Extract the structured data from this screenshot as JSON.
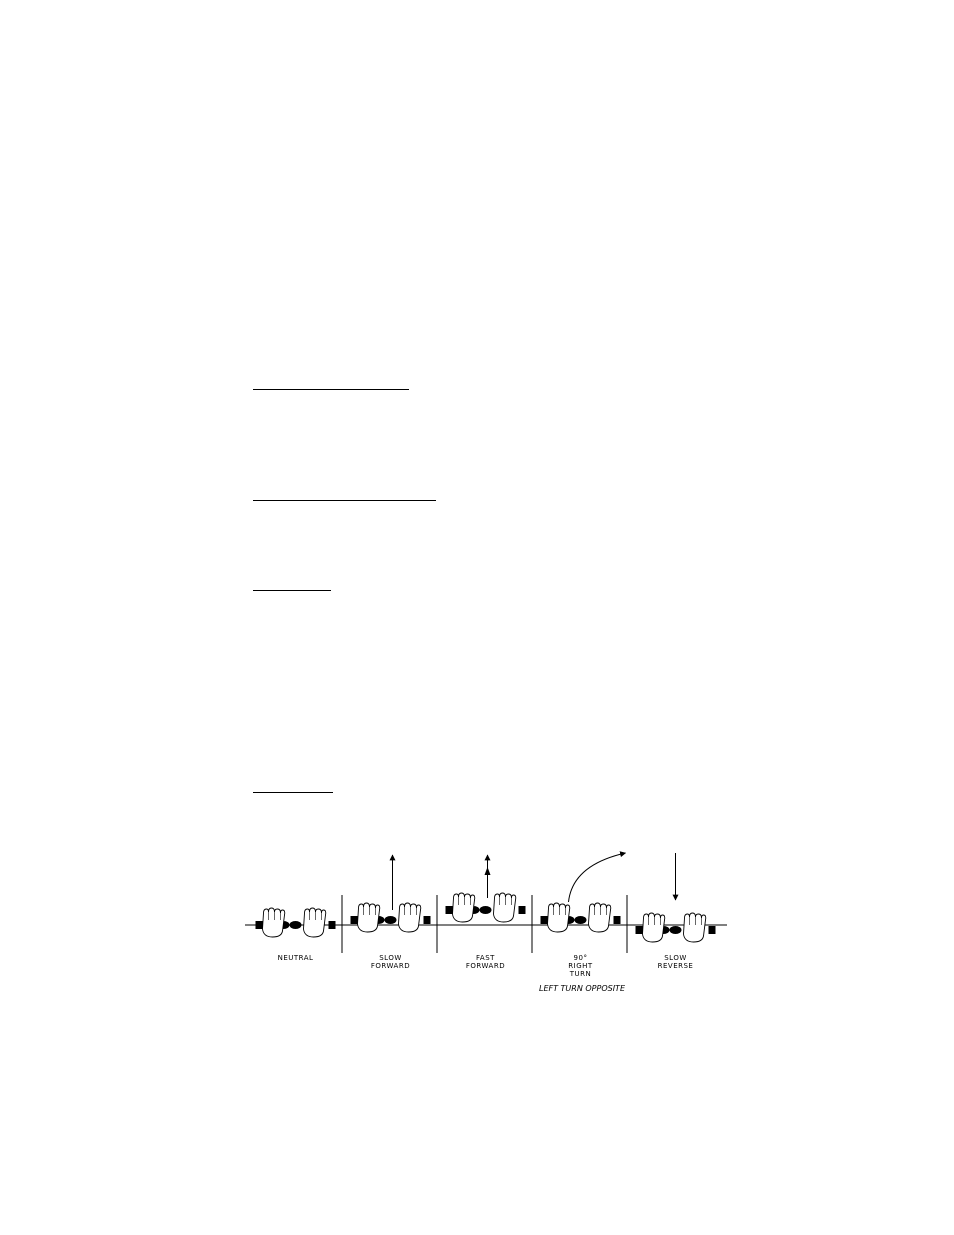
{
  "diagram": {
    "panels": [
      {
        "lines": [
          "NEUTRAL"
        ],
        "motion": "none"
      },
      {
        "lines": [
          "SLOW",
          "FORWARD"
        ],
        "motion": "forward"
      },
      {
        "lines": [
          "FAST",
          "FORWARD"
        ],
        "motion": "fast-forward"
      },
      {
        "lines": [
          "90°",
          "RIGHT",
          "TURN"
        ],
        "motion": "right-turn"
      },
      {
        "lines": [
          "SLOW",
          "REVERSE"
        ],
        "motion": "reverse"
      }
    ],
    "note": "LEFT TURN OPPOSITE"
  }
}
